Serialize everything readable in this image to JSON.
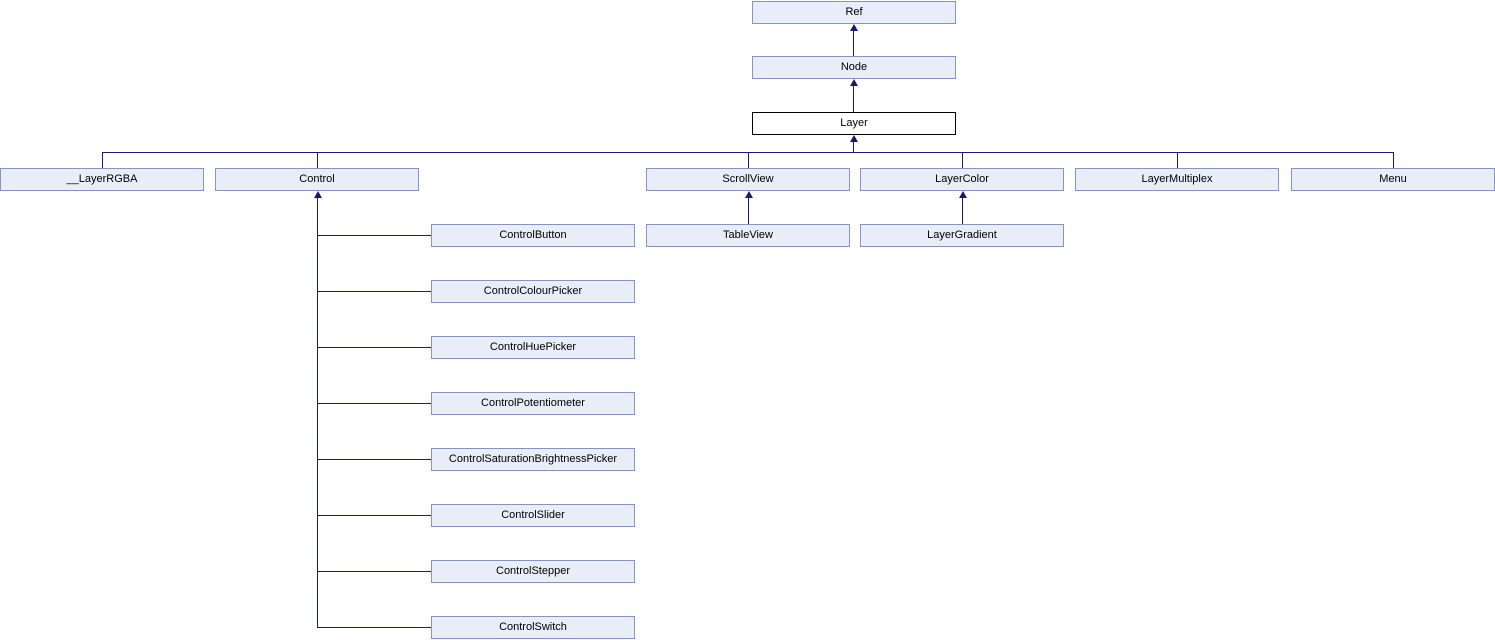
{
  "diagram": {
    "type": "class-inheritance-graph",
    "nodes": {
      "ref": {
        "label": "Ref"
      },
      "node": {
        "label": "Node"
      },
      "layer": {
        "label": "Layer",
        "current": true
      },
      "layer_rgba": {
        "label": "__LayerRGBA"
      },
      "control": {
        "label": "Control"
      },
      "scrollview": {
        "label": "ScrollView"
      },
      "layercolor": {
        "label": "LayerColor"
      },
      "layermultiplex": {
        "label": "LayerMultiplex"
      },
      "menu": {
        "label": "Menu"
      },
      "controlbutton": {
        "label": "ControlButton"
      },
      "tableview": {
        "label": "TableView"
      },
      "layergradient": {
        "label": "LayerGradient"
      },
      "controlcolourpicker": {
        "label": "ControlColourPicker"
      },
      "controlhuepicker": {
        "label": "ControlHuePicker"
      },
      "controlpotentiometer": {
        "label": "ControlPotentiometer"
      },
      "controlsaturationbrightnesspicker": {
        "label": "ControlSaturationBrightnessPicker"
      },
      "controlslider": {
        "label": "ControlSlider"
      },
      "controlstepper": {
        "label": "ControlStepper"
      },
      "controlswitch": {
        "label": "ControlSwitch"
      }
    },
    "edges": [
      {
        "child": "Node",
        "parent": "Ref"
      },
      {
        "child": "Layer",
        "parent": "Node"
      },
      {
        "child": "__LayerRGBA",
        "parent": "Layer"
      },
      {
        "child": "Control",
        "parent": "Layer"
      },
      {
        "child": "ScrollView",
        "parent": "Layer"
      },
      {
        "child": "LayerColor",
        "parent": "Layer"
      },
      {
        "child": "LayerMultiplex",
        "parent": "Layer"
      },
      {
        "child": "Menu",
        "parent": "Layer"
      },
      {
        "child": "ControlButton",
        "parent": "Control"
      },
      {
        "child": "ControlColourPicker",
        "parent": "Control"
      },
      {
        "child": "ControlHuePicker",
        "parent": "Control"
      },
      {
        "child": "ControlPotentiometer",
        "parent": "Control"
      },
      {
        "child": "ControlSaturationBrightnessPicker",
        "parent": "Control"
      },
      {
        "child": "ControlSlider",
        "parent": "Control"
      },
      {
        "child": "ControlStepper",
        "parent": "Control"
      },
      {
        "child": "ControlSwitch",
        "parent": "Control"
      },
      {
        "child": "TableView",
        "parent": "ScrollView"
      },
      {
        "child": "LayerGradient",
        "parent": "LayerColor"
      }
    ],
    "colors": {
      "node_fill": "#E8EDF7",
      "node_border": "#8494C4",
      "current_fill": "#FFFFFF",
      "current_border": "#000000",
      "edge": "#191970"
    }
  }
}
